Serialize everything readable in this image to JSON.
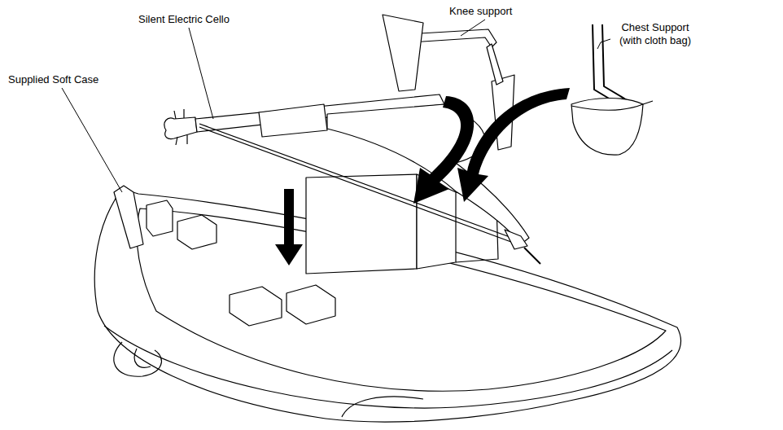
{
  "diagram": {
    "labels": [
      "Silent Electric Cello",
      "Knee support",
      "Chest Support (with cloth bag)",
      "Supplied Soft Case"
    ]
  }
}
